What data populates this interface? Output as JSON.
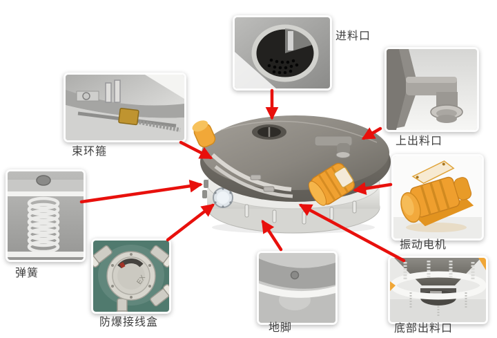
{
  "callouts": {
    "inlet": {
      "label": "进料口"
    },
    "upper_outlet": {
      "label": "上出料口"
    },
    "vibration_motor": {
      "label": "振动电机"
    },
    "bottom_outlet": {
      "label": "底部出料口"
    },
    "foot": {
      "label": "地脚"
    },
    "junction_box": {
      "label": "防爆接线盒",
      "marking": "EX"
    },
    "spring": {
      "label": "弹簧"
    },
    "clamp_ring": {
      "label": "束环箍"
    }
  },
  "colors": {
    "arrow_red": "#e8100c",
    "label_text": "#3e3e3e",
    "motor_orange": "#f0a131",
    "machine_gray": "#8a867f",
    "base_white": "#ebebe8",
    "junction_bg": "#507a6e",
    "background": "#ffffff"
  }
}
